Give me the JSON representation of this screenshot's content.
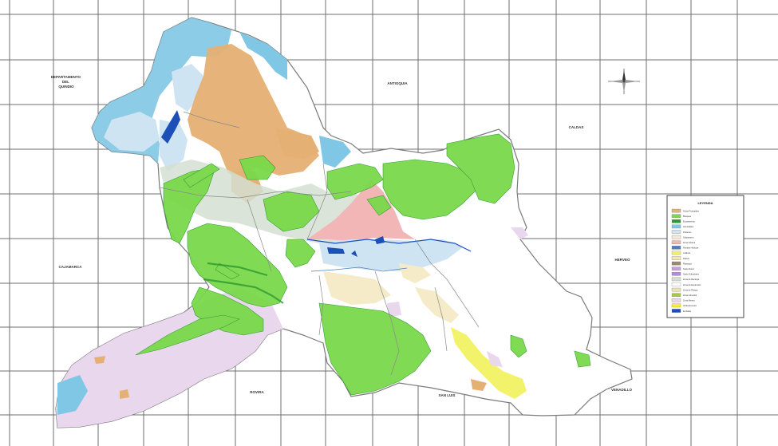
{
  "region_labels": [
    {
      "id": "quindio",
      "lines": [
        "DEPARTAMENTO",
        "DEL",
        "QUINDIO"
      ]
    },
    {
      "id": "antioquia",
      "lines": [
        "ANTIOQUIA"
      ]
    },
    {
      "id": "caldas",
      "lines": [
        "CALDAS"
      ]
    },
    {
      "id": "cajamarca",
      "lines": [
        "CAJAMARCA"
      ]
    },
    {
      "id": "herveo",
      "lines": [
        "HERVEO"
      ]
    },
    {
      "id": "venadillo",
      "lines": [
        "VENADILLO"
      ]
    },
    {
      "id": "rovira",
      "lines": [
        "ROVIRA"
      ]
    },
    {
      "id": "sanluis",
      "lines": [
        "SAN LUIS"
      ]
    }
  ],
  "legend": {
    "title": "LEYENDA",
    "items": [
      {
        "label": "Áreas Protegidas",
        "color": "#e5b074"
      },
      {
        "label": "Bosques",
        "color": "#7ad94a"
      },
      {
        "label": "Ecosistemas",
        "color": "#2e9a2e"
      },
      {
        "label": "Humedales",
        "color": "#7fc7e4"
      },
      {
        "label": "Páramos",
        "color": "#cfe4f2"
      },
      {
        "label": "Subpáramo",
        "color": "#f0ead2"
      },
      {
        "label": "Zona Urbana",
        "color": "#f2b6b6"
      },
      {
        "label": "Rondas Hídricas",
        "color": "#4b7fc2"
      },
      {
        "label": "Cultivos",
        "color": "#f2f26b"
      },
      {
        "label": "Pastos",
        "color": "#fbe3b8"
      },
      {
        "label": "Rastrojos",
        "color": "#9a8a70"
      },
      {
        "label": "Suelo Rural",
        "color": "#c9a0d6"
      },
      {
        "label": "Suelo Suburbano",
        "color": "#b48adc"
      },
      {
        "label": "Zona de Recarga",
        "color": "#d4dfd2"
      },
      {
        "label": "Zona de Expansión",
        "color": "#ffffff"
      },
      {
        "label": "Zona de Riesgo",
        "color": "#f0e0b0"
      },
      {
        "label": "Zona Industrial",
        "color": "#a6c84c"
      },
      {
        "label": "Zona Minera",
        "color": "#e9d7ee"
      },
      {
        "label": "Infraestructura",
        "color": "#ffeb3b"
      },
      {
        "label": "Embalse",
        "color": "#1d4fb8"
      }
    ]
  },
  "colors": {
    "grid": "#6f6f6f",
    "tan": "#e5b074",
    "green": "#7ad94a",
    "dark_green": "#2e9a2e",
    "light_blue": "#7fc7e4",
    "pale_blue": "#cfe4f2",
    "lavender": "#e9d7ee",
    "pink": "#f2b6b6",
    "yellow": "#f2f26b",
    "dark_blue": "#1d4fb8",
    "cream": "#f6ebc8",
    "outline": "#7a7a7a"
  },
  "icons": {
    "north_arrow": "compass-rose-icon"
  }
}
